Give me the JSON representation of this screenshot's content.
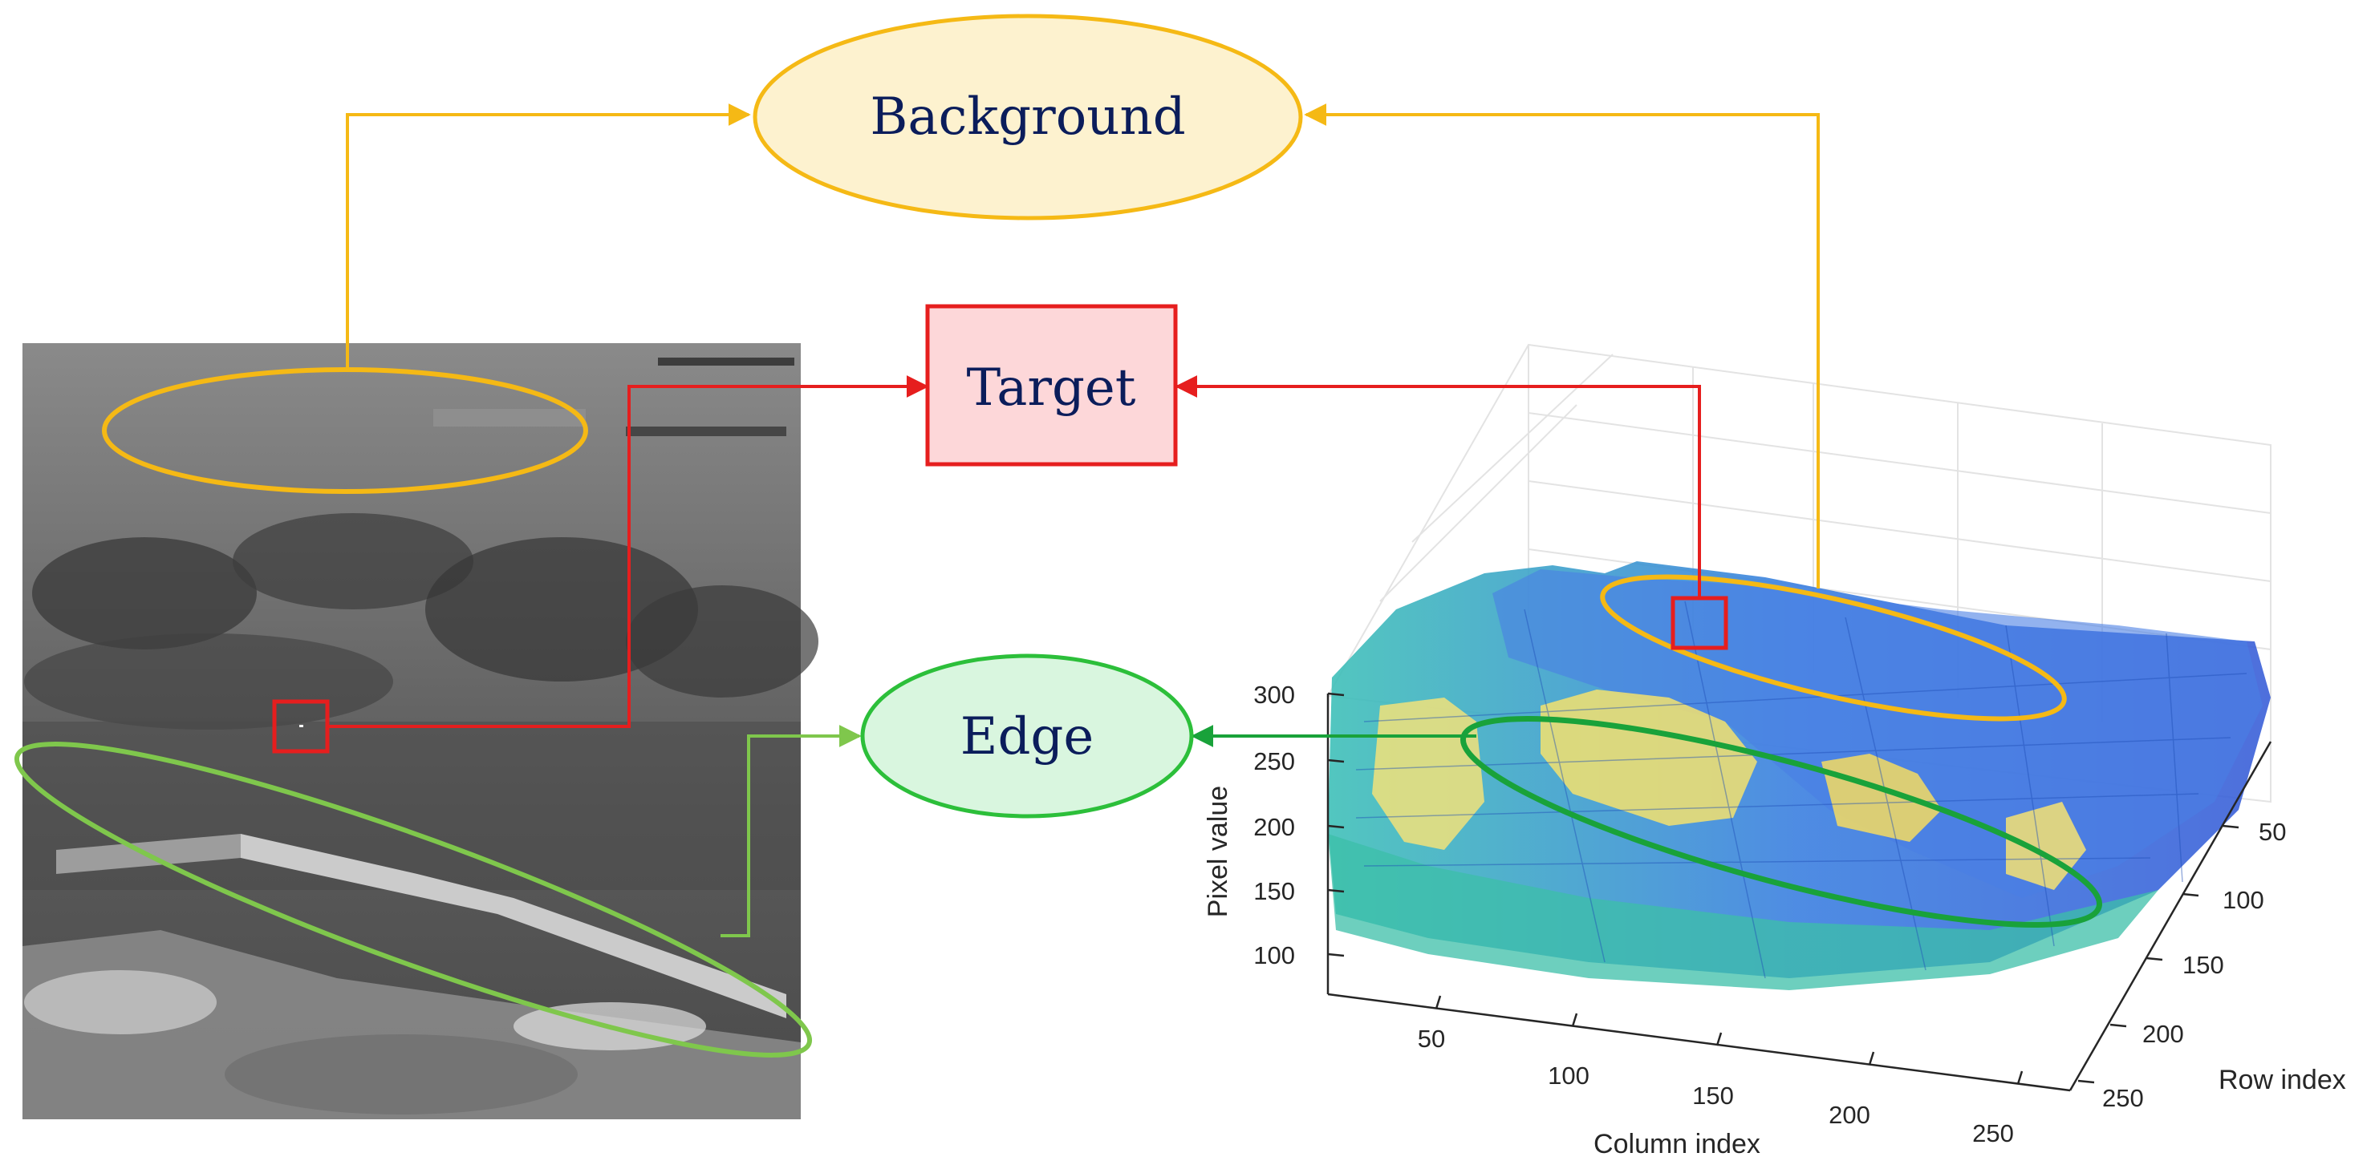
{
  "diagram": {
    "nodes": {
      "background": {
        "label": "Background",
        "fill": "#fdf2cf",
        "stroke": "#f5b915"
      },
      "target": {
        "label": "Target",
        "fill": "#fdd7d9",
        "stroke": "#e61e1e"
      },
      "edge": {
        "label": "Edge",
        "fill": "#d9f6df",
        "stroke": "#2cbf3a"
      }
    },
    "colors": {
      "background_line": "#f5b915",
      "target_line": "#e61e1e",
      "edge_line_left": "#7fc74c",
      "edge_line_right": "#19a23a"
    }
  },
  "plot3d": {
    "zlabel": "Pixel value",
    "xlabel": "Column index",
    "ylabel": "Row index",
    "z_ticks": [
      "300",
      "250",
      "200",
      "150",
      "100"
    ],
    "x_ticks": [
      "50",
      "100",
      "150",
      "200",
      "250"
    ],
    "y_ticks": [
      "50",
      "100",
      "150",
      "200",
      "250"
    ]
  }
}
